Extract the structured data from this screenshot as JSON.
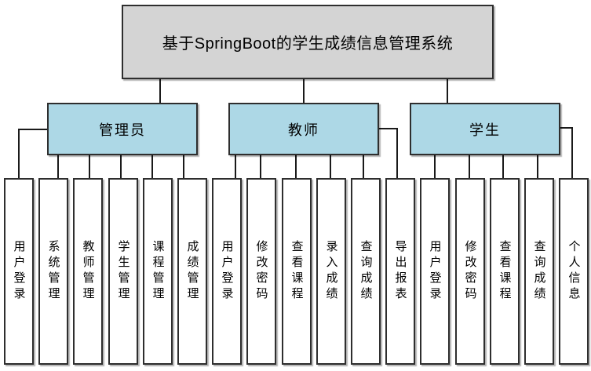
{
  "diagram": {
    "root_label": "基于SpringBoot的学生成绩信息管理系统",
    "branches": [
      {
        "label": "管理员",
        "leaves": [
          "用户登录",
          "系统管理",
          "教师管理",
          "学生管理",
          "课程管理",
          "成绩管理"
        ]
      },
      {
        "label": "教师",
        "leaves": [
          "用户登录",
          "修改密码",
          "查看课程",
          "录入成绩",
          "查询成绩",
          "导出报表"
        ]
      },
      {
        "label": "学生",
        "leaves": [
          "用户登录",
          "修改密码",
          "查看课程",
          "查询成绩",
          "个人信息"
        ]
      }
    ]
  },
  "colors": {
    "title_fill": "#d4d4d4",
    "branch_fill": "#add8e6",
    "leaf_fill": "#ffffff",
    "line": "#1a1a1a",
    "border": "#2e2e2e",
    "text": "#000000",
    "background": "#ffffff"
  }
}
